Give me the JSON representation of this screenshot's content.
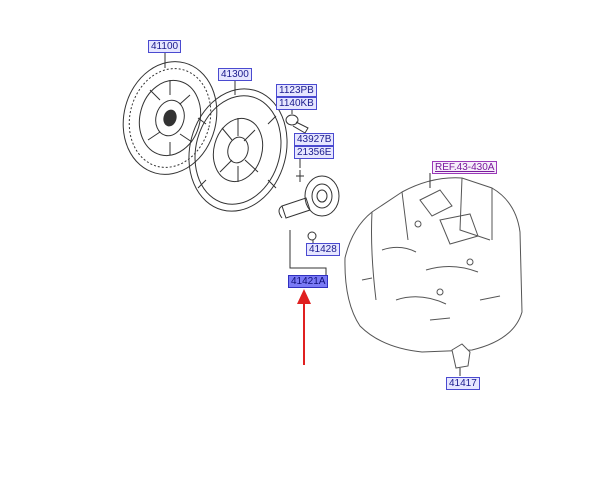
{
  "labels": {
    "p41100": "41100",
    "p41300": "41300",
    "p1123": "1123PB",
    "p1140": "1140KB",
    "p43927": "43927B",
    "p21356": "21356E",
    "pref": "REF.43-430A",
    "p41428": "41428",
    "p41421": "41421A",
    "p41417": "41417"
  },
  "colors": {
    "label_text": "#1a1a8c",
    "label_bg": "#e6e6ff",
    "selected_bg": "#7a7af5",
    "ref_text": "#7a1a9c",
    "arrow": "#e02020",
    "line_art": "#333333"
  }
}
